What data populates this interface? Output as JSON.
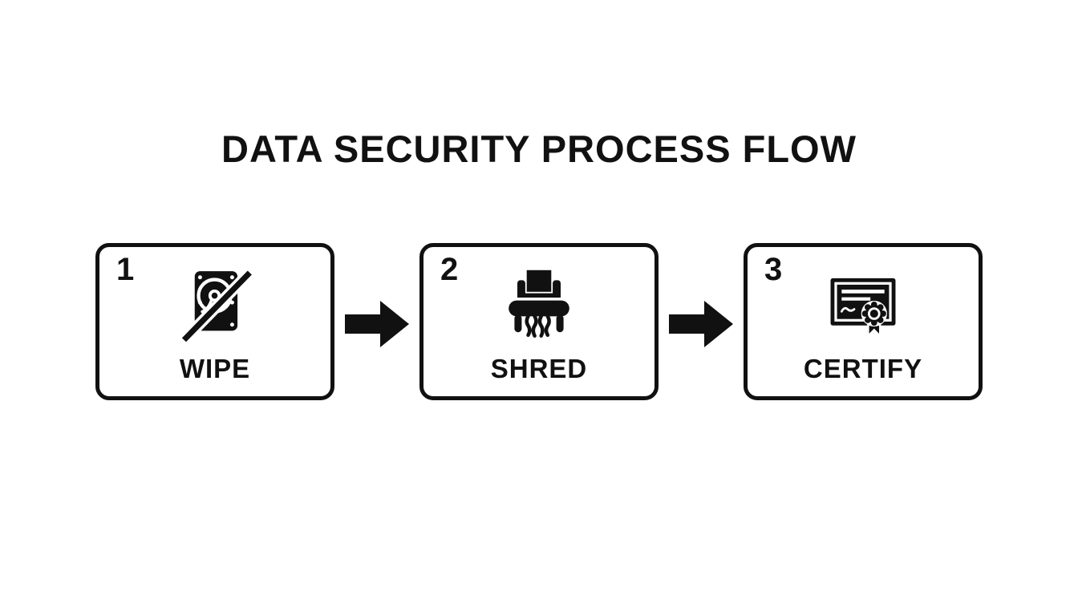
{
  "colors": {
    "background": "#ffffff",
    "ink": "#111111"
  },
  "title": "DATA SECURITY PROCESS FLOW",
  "steps": [
    {
      "number": "1",
      "label": "WIPE",
      "icon": "hard-drive-wipe-icon"
    },
    {
      "number": "2",
      "label": "SHRED",
      "icon": "shredder-icon"
    },
    {
      "number": "3",
      "label": "CERTIFY",
      "icon": "certificate-seal-icon"
    }
  ],
  "connector": {
    "icon": "arrow-right-icon"
  }
}
